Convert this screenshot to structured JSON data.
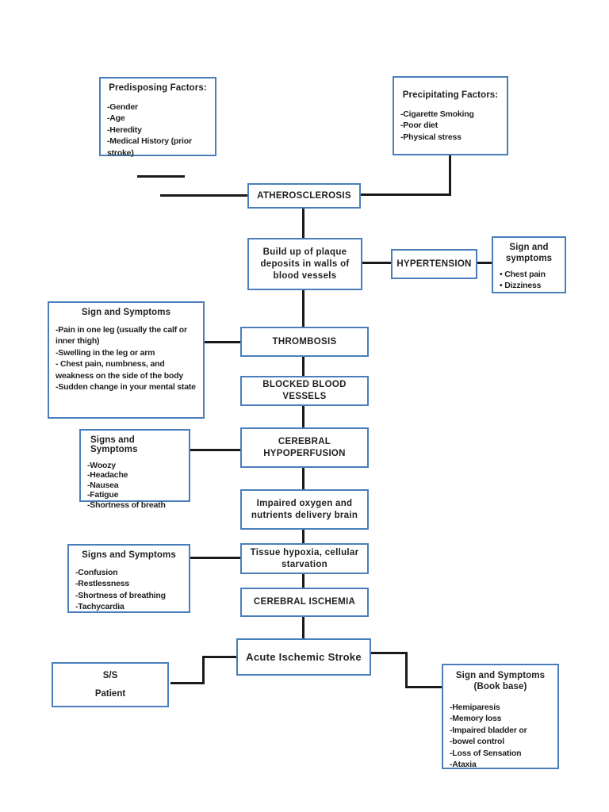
{
  "colors": {
    "box_border": "#4a7ebb",
    "connector": "#1a1a1a",
    "text": "#1f1f1f",
    "background": "#ffffff"
  },
  "diagram": {
    "predisposing": {
      "title": "Predisposing Factors:",
      "items": [
        "-Gender",
        "-Age",
        "-Heredity",
        "-Medical History (prior stroke)"
      ]
    },
    "precipitating": {
      "title": "Precipitating Factors:",
      "items": [
        "-Cigarette Smoking",
        "-Poor diet",
        "-Physical stress"
      ]
    },
    "atherosclerosis": "ATHEROSCLEROSIS",
    "plaque": "Build up of plaque deposits in walls of blood vessels",
    "hypertension": "HYPERTENSION",
    "hypertension_ss": {
      "title": "Sign and symptoms",
      "items": [
        "• Chest pain",
        "• Dizziness"
      ]
    },
    "thrombosis_ss": {
      "title": "Sign and Symptoms",
      "items": [
        "-Pain in one leg (usually the calf or inner thigh)",
        "-Swelling in the leg or arm",
        "- Chest pain, numbness, and weakness on the side of the body",
        "-Sudden change in your mental state"
      ]
    },
    "thrombosis": "THROMBOSIS",
    "blocked_vessels": "BLOCKED BLOOD VESSELS",
    "hypoperfusion": "CEREBRAL HYPOPERFUSION",
    "hypoperfusion_ss": {
      "title": "Signs and Symptoms",
      "items": [
        "-Woozy",
        "-Headache",
        "-Nausea",
        "-Fatigue",
        "-Shortness of breath"
      ]
    },
    "impaired_oxygen": "Impaired oxygen and nutrients delivery brain",
    "hypoxia": "Tissue hypoxia, cellular starvation",
    "hypoxia_ss": {
      "title": "Signs and Symptoms",
      "items": [
        "-Confusion",
        "-Restlessness",
        "-Shortness of breathing",
        "-Tachycardia"
      ]
    },
    "ischemia": "CEREBRAL ISCHEMIA",
    "stroke": "Acute Ischemic Stroke",
    "ss_patient": {
      "line1": "S/S",
      "line2": "Patient"
    },
    "book_ss": {
      "title": "Sign and Symptoms",
      "subtitle": "(Book base)",
      "items": [
        "-Hemiparesis",
        "-Memory loss",
        "-Impaired bladder or",
        "-bowel control",
        "-Loss of Sensation",
        "-Ataxia"
      ]
    }
  }
}
